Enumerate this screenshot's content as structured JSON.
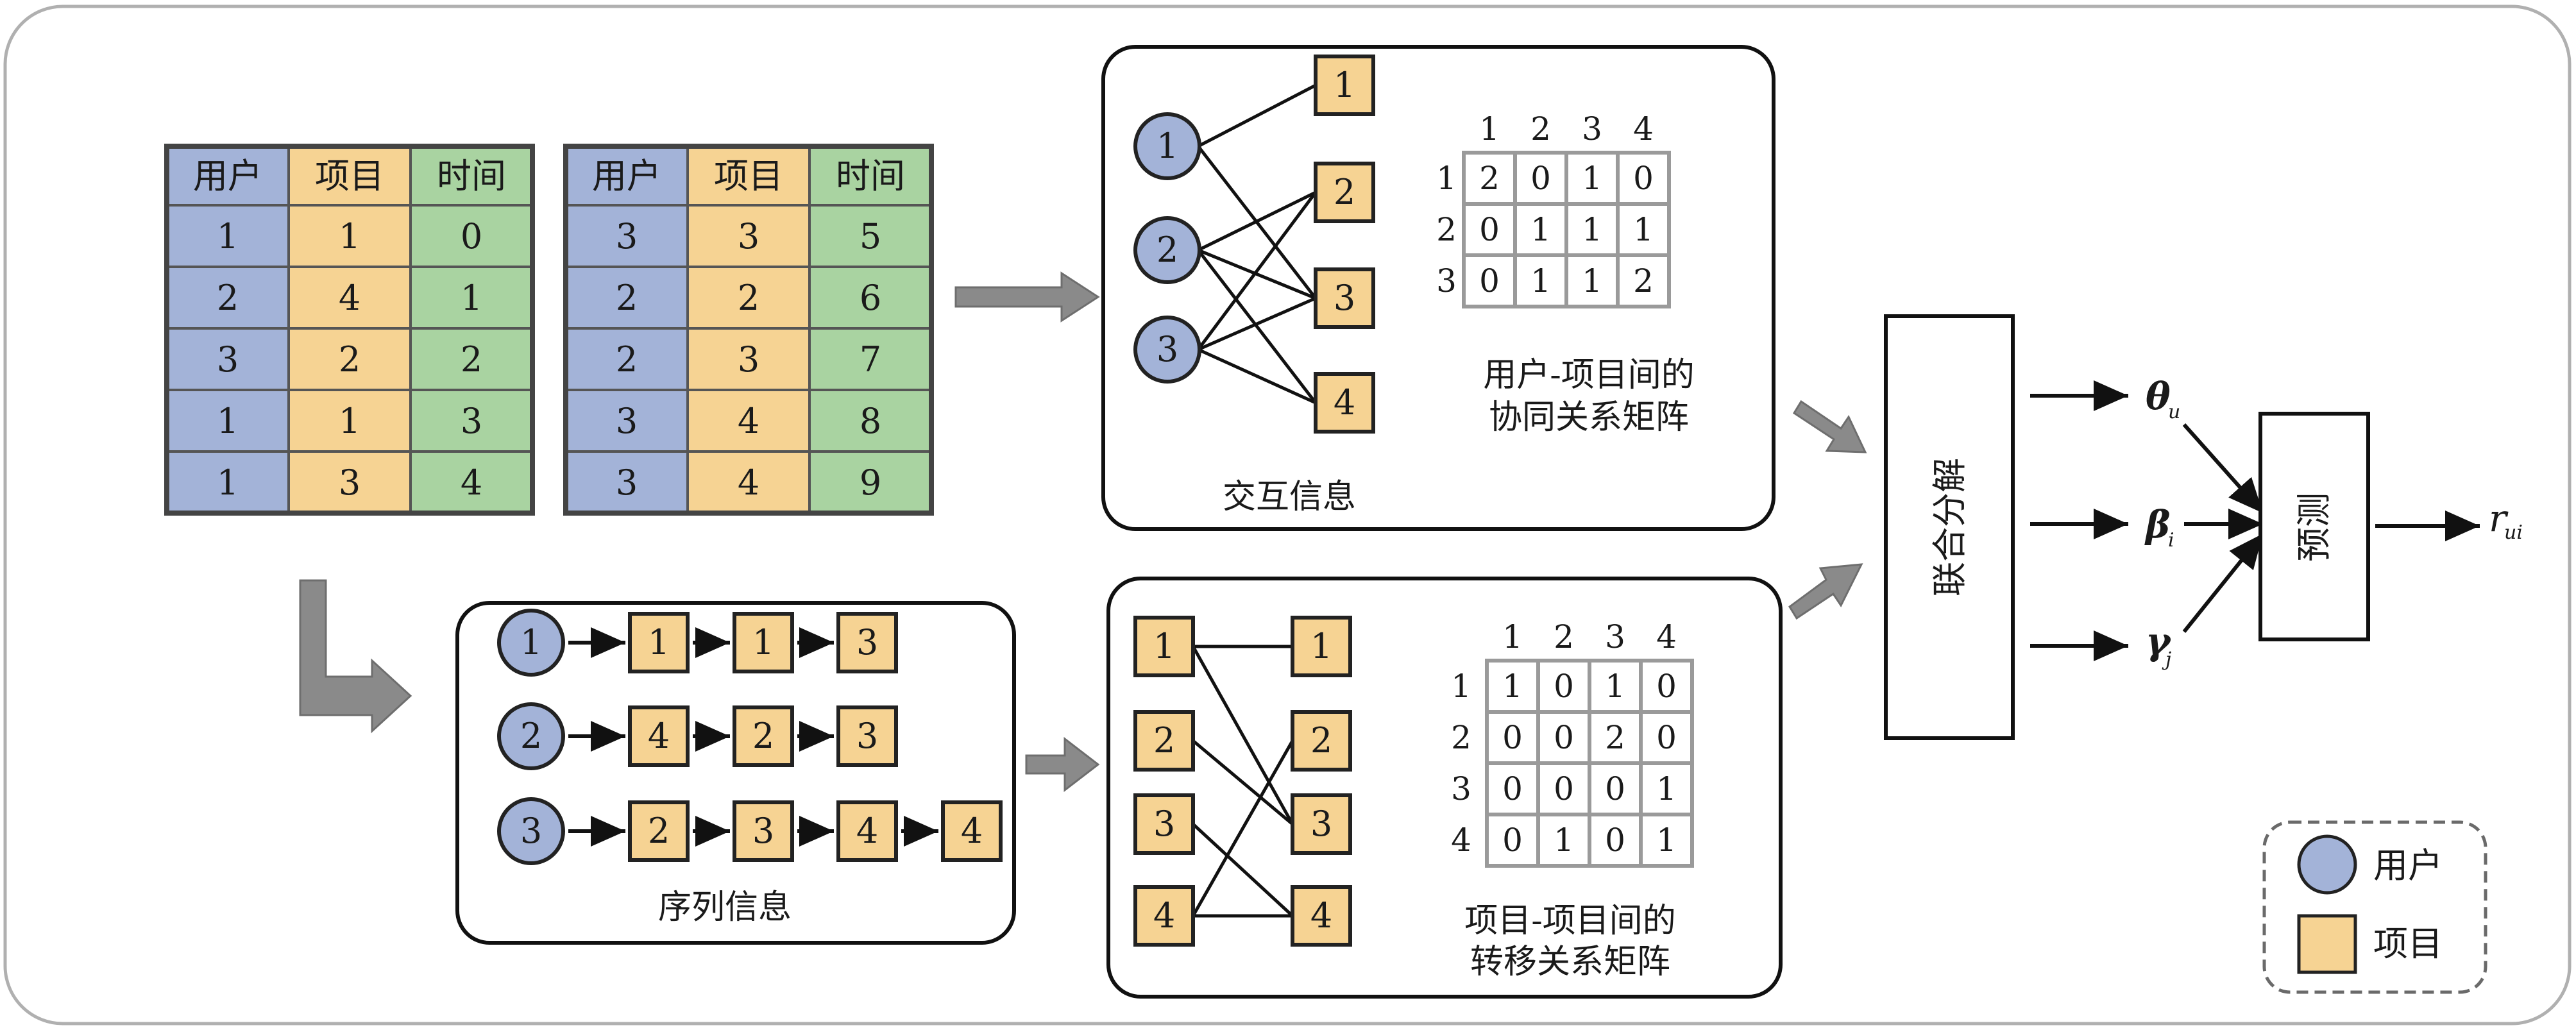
{
  "colors": {
    "user": "#a3b3d8",
    "item": "#f6d393",
    "time": "#a9d3a1",
    "arrow_gray": "#888888",
    "border_gray": "#9a9a9a"
  },
  "tables": [
    {
      "headers": [
        "用户",
        "项目",
        "时间"
      ],
      "rows": [
        [
          "1",
          "1",
          "0"
        ],
        [
          "2",
          "4",
          "1"
        ],
        [
          "3",
          "2",
          "2"
        ],
        [
          "1",
          "1",
          "3"
        ],
        [
          "1",
          "3",
          "4"
        ]
      ]
    },
    {
      "headers": [
        "用户",
        "项目",
        "时间"
      ],
      "rows": [
        [
          "3",
          "3",
          "5"
        ],
        [
          "2",
          "2",
          "6"
        ],
        [
          "2",
          "3",
          "7"
        ],
        [
          "3",
          "4",
          "8"
        ],
        [
          "3",
          "4",
          "9"
        ]
      ]
    }
  ],
  "interaction": {
    "caption": "交互信息",
    "users": [
      "1",
      "2",
      "3"
    ],
    "items": [
      "1",
      "2",
      "3",
      "4"
    ],
    "matrix_caption_1": "用户-项目间的",
    "matrix_caption_2": "协同关系矩阵",
    "col_headers": [
      "1",
      "2",
      "3",
      "4"
    ],
    "row_headers": [
      "1",
      "2",
      "3"
    ],
    "matrix": [
      [
        "2",
        "0",
        "1",
        "0"
      ],
      [
        "0",
        "1",
        "1",
        "1"
      ],
      [
        "0",
        "1",
        "1",
        "2"
      ]
    ]
  },
  "sequence": {
    "caption": "序列信息",
    "rows": [
      {
        "user": "1",
        "items": [
          "1",
          "1",
          "3"
        ]
      },
      {
        "user": "2",
        "items": [
          "4",
          "2",
          "3"
        ]
      },
      {
        "user": "3",
        "items": [
          "2",
          "3",
          "4",
          "4"
        ]
      }
    ]
  },
  "transition": {
    "left_items": [
      "1",
      "2",
      "3",
      "4"
    ],
    "right_items": [
      "1",
      "2",
      "3",
      "4"
    ],
    "matrix_caption_1": "项目-项目间的",
    "matrix_caption_2": "转移关系矩阵",
    "col_headers": [
      "1",
      "2",
      "3",
      "4"
    ],
    "row_headers": [
      "1",
      "2",
      "3",
      "4"
    ],
    "matrix": [
      [
        "1",
        "0",
        "1",
        "0"
      ],
      [
        "0",
        "0",
        "2",
        "0"
      ],
      [
        "0",
        "0",
        "0",
        "1"
      ],
      [
        "0",
        "1",
        "0",
        "1"
      ]
    ]
  },
  "factorization_label": "联合分解",
  "params": [
    {
      "symbol": "θ",
      "sub": "u"
    },
    {
      "symbol": "β",
      "sub": "i"
    },
    {
      "symbol": "γ",
      "sub": "j"
    }
  ],
  "predict_label": "预测",
  "output": {
    "symbol": "r",
    "sub": "ui"
  },
  "legend": {
    "user": "用户",
    "item": "项目"
  }
}
